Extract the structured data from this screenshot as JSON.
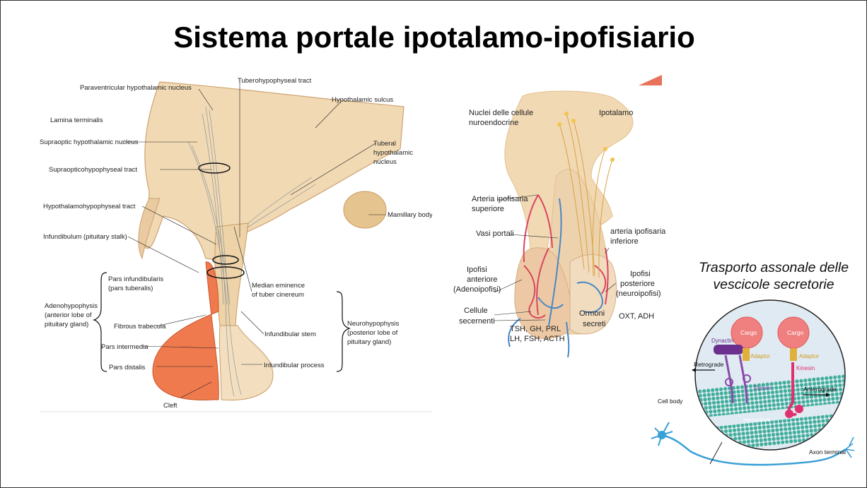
{
  "title": "Sistema portale ipotalamo-ipofisiario",
  "left_diagram": {
    "labels": {
      "paraventricular": "Paraventricular hypothalamic nucleus",
      "tuberohypophyseal": "Tuberohypophyseal tract",
      "hypothalamic_sulcus": "Hypothalamic sulcus",
      "lamina_terminalis": "Lamina terminalis",
      "supraoptic_nucleus": "Supraoptic hypothalamic nucleus",
      "tuberal_1": "Tuberal",
      "tuberal_2": "hypothalamic",
      "tuberal_3": "nucleus",
      "supraopticohypophyseal": "Supraopticohypophyseal tract",
      "mamillary": "Mamillary body",
      "hypothalamohypophyseal": "Hypothalamohypophyseal tract",
      "infundibulum": "Infundibulum (pituitary stalk)",
      "pars_infundibularis_1": "Pars infundibularis",
      "pars_infundibularis_2": "(pars tuberalis)",
      "median_eminence_1": "Median eminence",
      "median_eminence_2": "of tuber cinereum",
      "adenohypophysis_1": "Adenohypophysis",
      "adenohypophysis_2": "(anterior lobe of",
      "adenohypophysis_3": "pituitary gland)",
      "fibrous_trabecula": "Fibrous trabecula",
      "infundibular_stem": "Infundibular stem",
      "neurohypophysis_1": "Neurohypophysis",
      "neurohypophysis_2": "(posterior lobe of",
      "neurohypophysis_3": "pituitary gland)",
      "pars_intermedia": "Pars intermedia",
      "pars_distalis": "Pars distalis",
      "infundibular_process": "Infundibular process",
      "cleft": "Cleft"
    }
  },
  "middle_diagram": {
    "labels": {
      "nuclei_1": "Nuclei delle cellule",
      "nuclei_2": "nuroendocrine",
      "ipotalamo": "Ipotalamo",
      "arteria_sup_1": "Arteria ipofisaria",
      "arteria_sup_2": "superiore",
      "vasi_portali": "Vasi portali",
      "arteria_inf_1": "arteria ipofisaria",
      "arteria_inf_2": "inferiore",
      "ipofisi_ant_1": "Ipofisi",
      "ipofisi_ant_2": "anteriore",
      "ipofisi_ant_3": "(Adenoipofisi)",
      "ipofisi_post_1": "Ipofisi",
      "ipofisi_post_2": "posteriore",
      "ipofisi_post_3": "(neuroipofisi)",
      "cellule_1": "Cellule",
      "cellule_2": "secernenti",
      "ormoni_1": "Ormoni",
      "ormoni_2": "secreti",
      "oxt": "OXT, ADH",
      "hormones_1": "TSH, GH, PRL",
      "hormones_2": "LH, FSH, ACTH"
    }
  },
  "right_diagram": {
    "caption_line1": "Trasporto assonale delle",
    "caption_line2": "vescicole secretorie",
    "labels": {
      "cargo_left": "Cargo",
      "cargo_right": "Cargo",
      "dynactin": "Dynactin",
      "adaptor_left": "Adaptor",
      "adaptor_right": "Adaptor",
      "kinesin": "Kinesin",
      "retrograde": "Retrograde",
      "anterograde": "Anterograde",
      "dynein": "Dynein",
      "microtubule": "Microtubule",
      "cell_body": "Cell body",
      "axon_terminal": "Axon terminal"
    }
  },
  "colors": {
    "tissue": "#f1d9b4",
    "tissue_dark": "#e2bf8e",
    "anterior_lobe": "#ef7a4e",
    "artery": "#d9465e",
    "vein": "#4a87c4",
    "accent": "#e8735a"
  }
}
